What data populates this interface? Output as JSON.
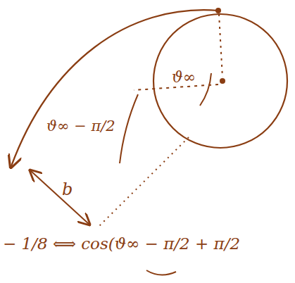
{
  "diagram": {
    "nodes": [
      {
        "text": [
          "ϑ∞"
        ]
      }
    ],
    "labels": [
      "ϑ∞ − π/2",
      "b",
      "− 1/8 ⟺ cos(ϑ∞ − π/2 + π/2"
    ]
  }
}
